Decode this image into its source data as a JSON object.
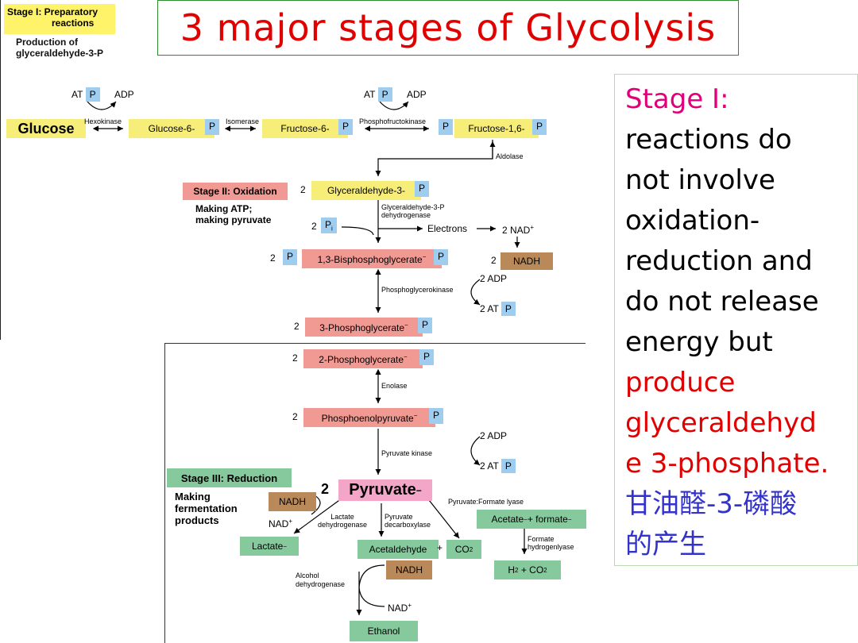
{
  "title": "3 major stages of Glycolysis",
  "stage1": {
    "label_line1": "Stage I: Preparatory",
    "label_line2": "reactions",
    "sub_line1": "Production of",
    "sub_line2": "glyceraldehyde-3-P"
  },
  "row1": {
    "glucose": "Glucose",
    "hexokinase": "Hexokinase",
    "glucose6": "Glucose-6-",
    "isomerase": "Isomerase",
    "fructose6": "Fructose-6-",
    "pfk": "Phosphofructokinase",
    "fructose16": "Fructose-1,6-",
    "at1": "AT",
    "adp1": "ADP",
    "at2": "AT",
    "adp2": "ADP",
    "p": "P"
  },
  "aldolase": "Aldolase",
  "stage2": {
    "label": "Stage II: Oxidation",
    "sub_line1": "Making ATP;",
    "sub_line2": "making pyruvate",
    "two": "2",
    "g3p": "Glyceraldehyde-3-",
    "g3pdh_line1": "Glyceraldehyde-3-P",
    "g3pdh_line2": "dehydrogenase",
    "pi": "P",
    "pi_sub": "i",
    "electrons": "Electrons",
    "nad": "2 NAD",
    "nad_sup": "+",
    "nadh": "NADH",
    "bpg": "1,3-Bisphosphoglycerate",
    "pgk": "Phosphoglycerokinase",
    "adp2": "2 ADP",
    "at2": "2 AT",
    "pg3": "3-Phosphoglycerate"
  },
  "lower": {
    "pg2": "2-Phosphoglycerate",
    "enolase": "Enolase",
    "pep": "Phosphoenolpyruvate",
    "pyruvate_kinase": "Pyruvate kinase",
    "adp": "2 ADP",
    "at": "2 AT",
    "stage3": "Stage III: Reduction",
    "making_line1": "Making",
    "making_line2": "fermentation",
    "making_line3": "products",
    "pyruvate": "Pyruvate",
    "two": "2",
    "nadh": "NADH",
    "nad": "NAD",
    "lactate_dh_line1": "Lactate",
    "lactate_dh_line2": "dehydrogenase",
    "pyr_decarb_line1": "Pyruvate",
    "pyr_decarb_line2": "decarboxylase",
    "pfl": "Pyruvate:Formate lyase",
    "acetate_formate": "Acetate",
    "formate_part": "+ formate",
    "formate_hl_line1": "Formate",
    "formate_hl_line2": "hydrogenlyase",
    "lactate": "Lactate",
    "acetaldehyde": "Acetaldehyde",
    "plus": "+",
    "co2": "CO",
    "co2_sub": "2",
    "h2co2": "H",
    "h2co2_rest": "+ CO",
    "nadh2": "NADH",
    "alcohol_dh_line1": "Alcohol",
    "alcohol_dh_line2": "dehydrogenase",
    "nad2": "NAD",
    "ethanol": "Ethanol"
  },
  "side": {
    "line1": "Stage I:",
    "line2": "reactions do",
    "line3": "not involve",
    "line4": "oxidation-",
    "line5": "reduction and",
    "line6": "do not release",
    "line7": "energy but",
    "line8": "produce",
    "line9": "glyceraldehyd",
    "line10": "e 3-phosphate.",
    "line11": "甘油醛-3-磷酸",
    "line12": "的产生"
  },
  "colors": {
    "title": "#e00000",
    "stage_label": "#e0007a",
    "highlight": "#e00000",
    "chinese": "#3333cc"
  }
}
